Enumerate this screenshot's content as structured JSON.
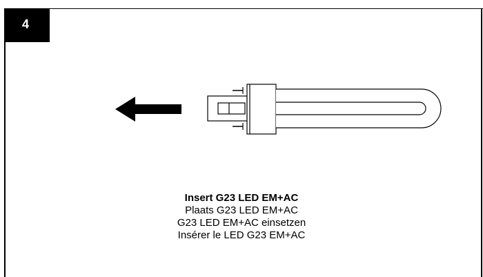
{
  "step": {
    "number": "4"
  },
  "instructions": {
    "english": "Insert G23 LED EM+AC",
    "dutch": "Plaats G23 LED EM+AC",
    "german": "G23 LED EM+AC einsetzen",
    "french": "Insérer le LED G23 EM+AC"
  },
  "illustration": {
    "arrow_direction": "left",
    "object": "g23-lamp-icon"
  }
}
